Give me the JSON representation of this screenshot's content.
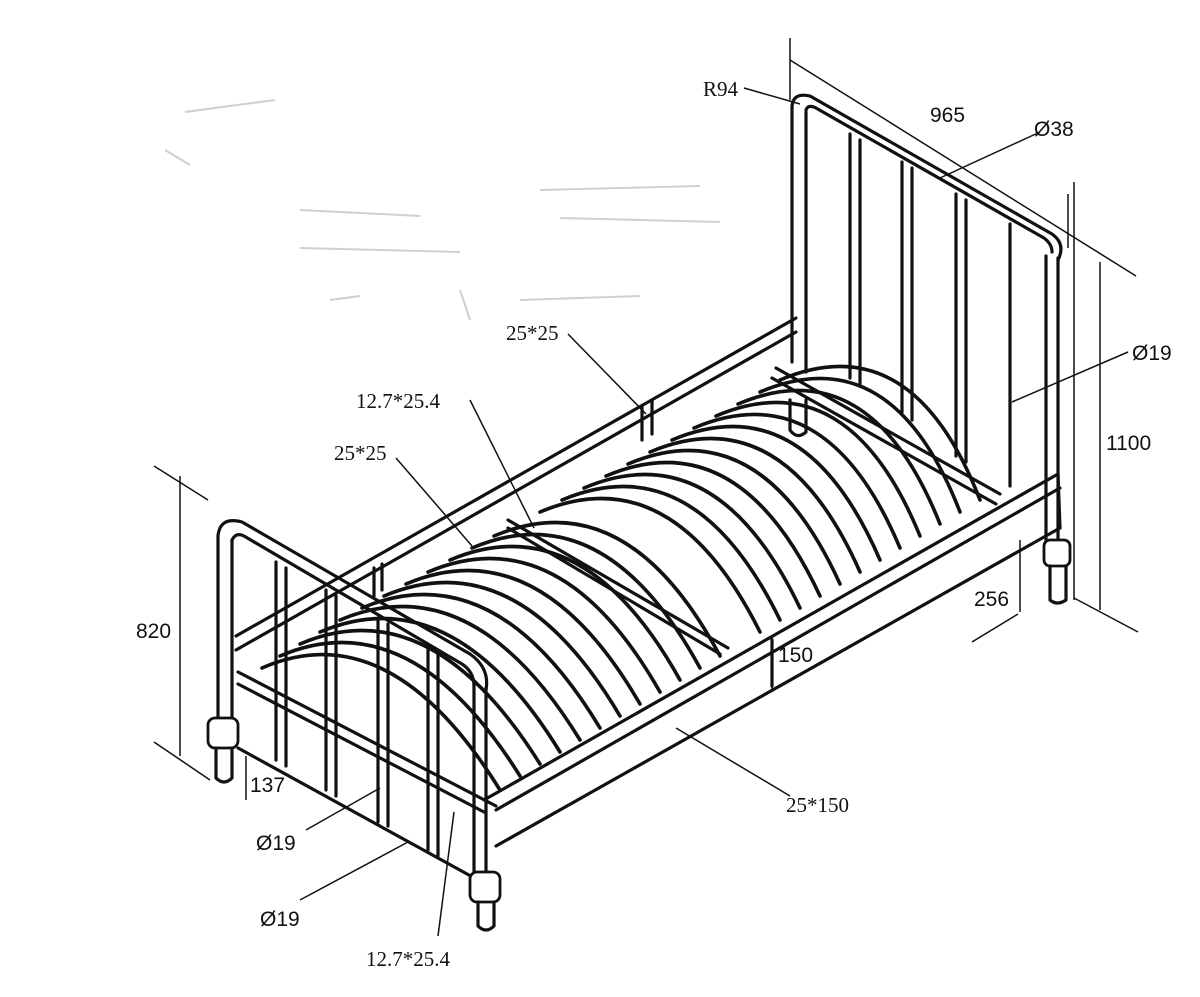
{
  "labels": {
    "radius_top": "R94",
    "width": "965",
    "tube_top": "Ø38",
    "spindle_head": "Ø19",
    "height_head": "1100",
    "leg_head": "256",
    "rail_depth": "150",
    "side_rail": "25*150",
    "height_foot": "820",
    "leg_foot": "137",
    "spindle_foot_1": "Ø19",
    "spindle_foot_2": "Ø19",
    "slat_foot": "12.7*25.4",
    "slat_mid": "12.7*25.4",
    "support_left": "25*25",
    "support_right": "25*25"
  }
}
